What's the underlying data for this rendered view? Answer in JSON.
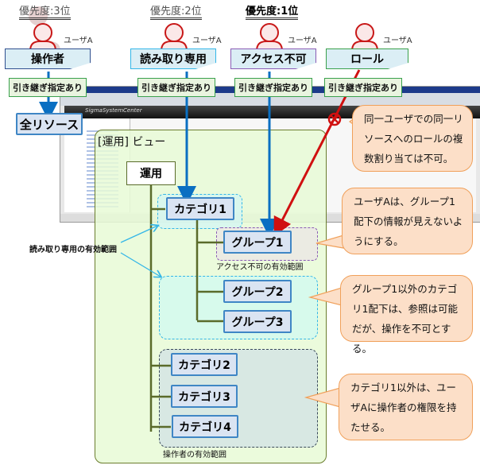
{
  "priorities": {
    "p3": "優先度:3位",
    "p2": "優先度:2位",
    "p1": "優先度:1位"
  },
  "users": [
    {
      "label": "ユーザA",
      "role": "操作者",
      "inherit": "引き継ぎ指定あり"
    },
    {
      "label": "ユーザA",
      "role": "読み取り専用",
      "inherit": "引き継ぎ指定あり"
    },
    {
      "label": "ユーザA",
      "role": "アクセス不可",
      "inherit": "引き継ぎ指定あり"
    },
    {
      "label": "ユーザA",
      "role": "ロール",
      "inherit": "引き継ぎ指定あり"
    }
  ],
  "colors": {
    "operator": "#2f4f8f",
    "readonly": "#33b6e8",
    "noaccess": "#8a5cb5",
    "role": "#3aa14c",
    "arrow_blue": "#0a6fc2",
    "arrow_red": "#d01010",
    "tree_line": "#5a6b2a",
    "view_bg": "#eefadd",
    "callout_bg": "#fcdfc8"
  },
  "all_resources": "全リソース",
  "view_title": "[運用] ビュー",
  "tree": {
    "root": "運用",
    "category1": "カテゴリ1",
    "groups": [
      "グループ1",
      "グループ2",
      "グループ3"
    ],
    "categories": [
      "カテゴリ2",
      "カテゴリ3",
      "カテゴリ4"
    ]
  },
  "scopes": {
    "readonly": "読み取り専用の有効範囲",
    "noaccess": "アクセス不可の有効範囲",
    "operator": "操作者の有効範囲"
  },
  "callouts": [
    "同一ユーザでの同一リソースへのロールの複数割り当ては不可。",
    "ユーザAは、グループ1配下の情報が見えないようにする。",
    "グループ1以外のカテゴリ1配下は、参照は可能だが、操作を不可とする。",
    "カテゴリ1以外は、ユーザAに操作者の権限を持たせる。"
  ],
  "screenshot": {
    "app_name": "SigmaSystemCenter"
  }
}
